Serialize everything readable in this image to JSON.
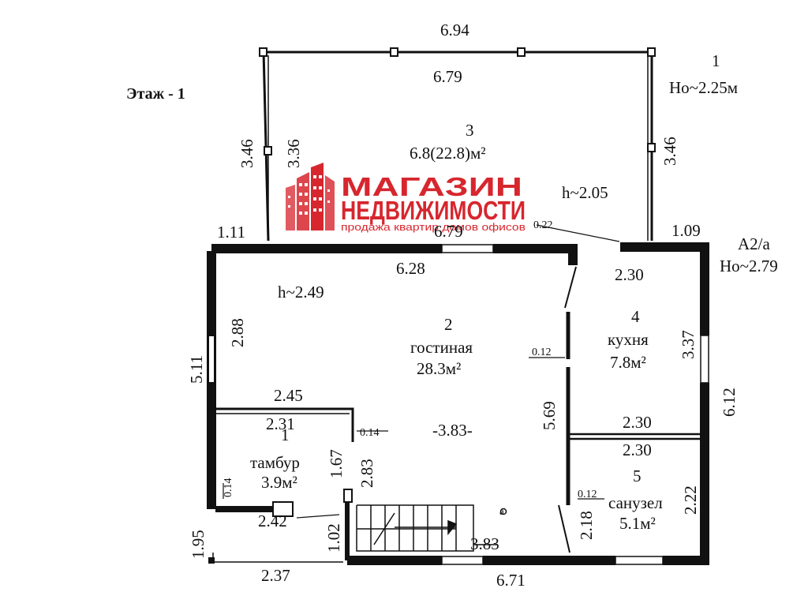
{
  "floor_label": "Этаж - 1",
  "watermark": {
    "line1": "МАГАЗИН",
    "line2": "НЕДВИЖИМОСТИ",
    "tagline": "продажа квартир домов офисов",
    "color": "#d7262e"
  },
  "annex": {
    "number": "1",
    "height_note": "Но~2.25м",
    "marker": "A2/а",
    "marker_height": "Но~2.79"
  },
  "rooms": [
    {
      "number": "3",
      "area": "6.8(22.8)м²"
    },
    {
      "number": "2",
      "name": "гостиная",
      "area": "28.3м²"
    },
    {
      "number": "4",
      "name": "кухня",
      "area": "7.8м²"
    },
    {
      "number": "1",
      "name": "тамбур",
      "area": "3.9м²"
    },
    {
      "number": "5",
      "name": "санузел",
      "area": "5.1м²"
    }
  ],
  "heights": {
    "terrace": "h~2.05",
    "living": "h~2.49",
    "stair": "-3.83-"
  },
  "dimensions": {
    "d694": "6.94",
    "d679a": "6.79",
    "d346l": "3.46",
    "d336": "3.36",
    "d346r": "3.46",
    "d679b": "6.79",
    "d111": "1.11",
    "d109": "1.09",
    "d022": "0.22",
    "d628": "6.28",
    "d230a": "2.30",
    "d288": "2.88",
    "d511": "5.11",
    "d337": "3.37",
    "d012a": "0.12",
    "d245": "2.45",
    "d231": "2.31",
    "d014a": "0.14",
    "d167": "1.67",
    "d283": "2.83",
    "d569": "5.69",
    "d230b": "2.30",
    "d230c": "2.30",
    "d612": "6.12",
    "d014b": "0.14",
    "d242": "2.42",
    "d102": "1.02",
    "d012b": "0.12",
    "d222": "2.22",
    "d218": "2.18",
    "d383": "3.83",
    "d195": "1.95",
    "d237": "2.37",
    "d671": "6.71",
    "door_mark": "a"
  }
}
